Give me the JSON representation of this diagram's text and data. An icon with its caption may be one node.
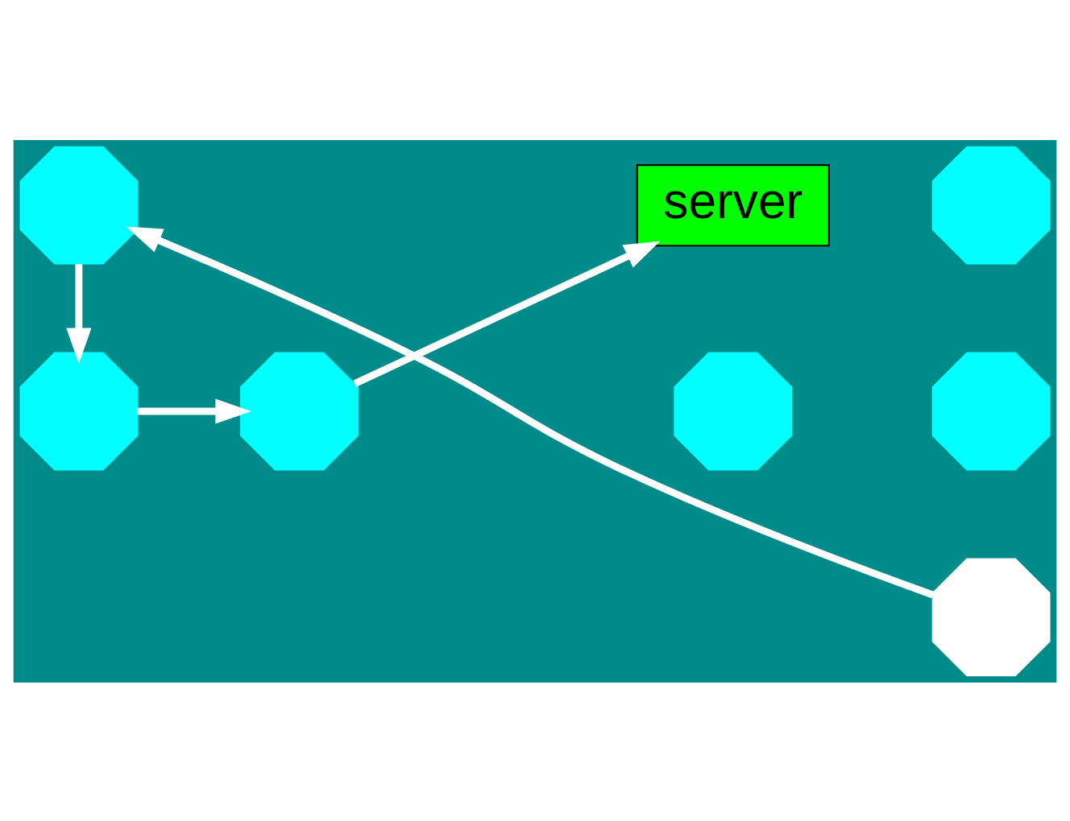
{
  "diagram": {
    "nodes": [
      {
        "text": [],
        "shape": "octagon"
      },
      {
        "text": [],
        "shape": "octagon"
      },
      {
        "text": [
          "server"
        ]
      },
      {
        "text": [],
        "shape": "octagon"
      },
      {
        "text": [],
        "shape": "octagon"
      },
      {
        "text": [],
        "shape": "octagon"
      },
      {
        "text": [],
        "shape": "octagon"
      },
      {
        "text": [],
        "shape": "octagon"
      }
    ],
    "edges": [
      {
        "from": 5,
        "to": 0,
        "arrow": "to"
      },
      {
        "from": 0,
        "to": 6,
        "arrow": "to"
      },
      {
        "from": 6,
        "to": 7,
        "arrow": "to"
      },
      {
        "from": 7,
        "to": 2,
        "arrow": "to"
      }
    ]
  }
}
